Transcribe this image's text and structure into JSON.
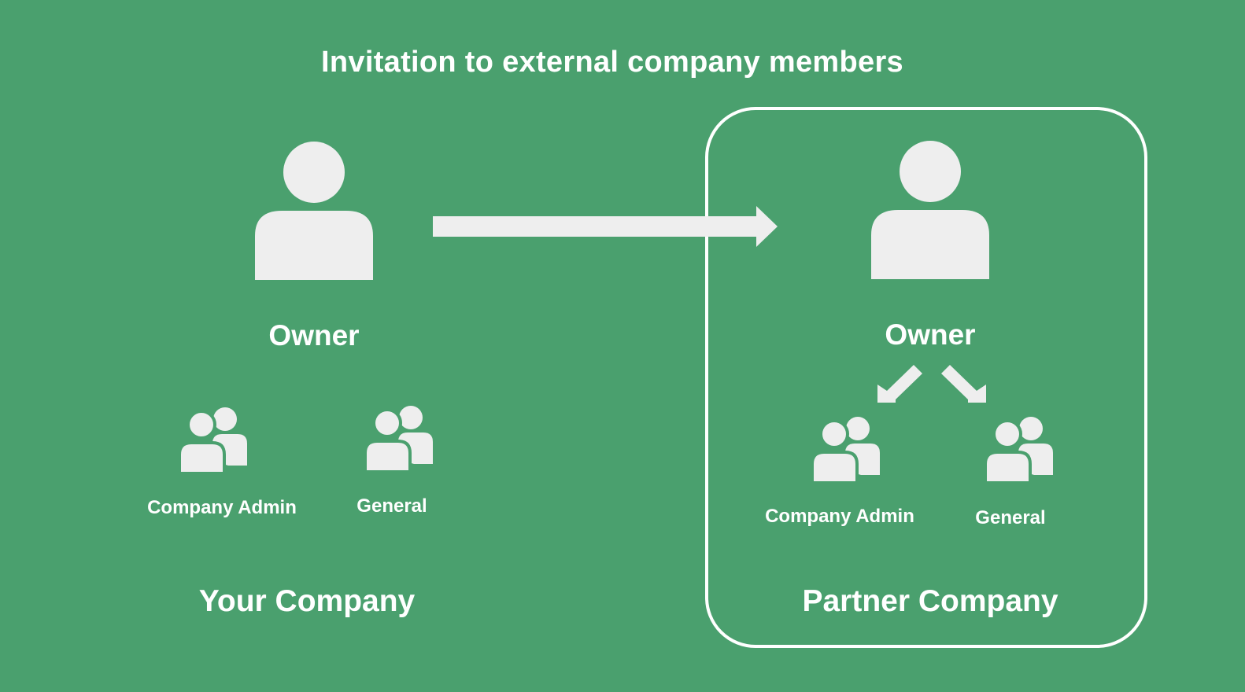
{
  "title": "Invitation to external company members",
  "your_company": {
    "name": "Your Company",
    "owner_label": "Owner",
    "roles": [
      "Company Admin",
      "General"
    ]
  },
  "partner_company": {
    "name": "Partner Company",
    "owner_label": "Owner",
    "roles": [
      "Company Admin",
      "General"
    ]
  },
  "icons": [
    "person-icon",
    "group-icon",
    "arrow-right-icon",
    "arrow-down-left-icon",
    "arrow-down-right-icon"
  ],
  "colors": {
    "background": "#4aa06e",
    "icon_fill": "#eeeeee",
    "text": "#ffffff"
  }
}
